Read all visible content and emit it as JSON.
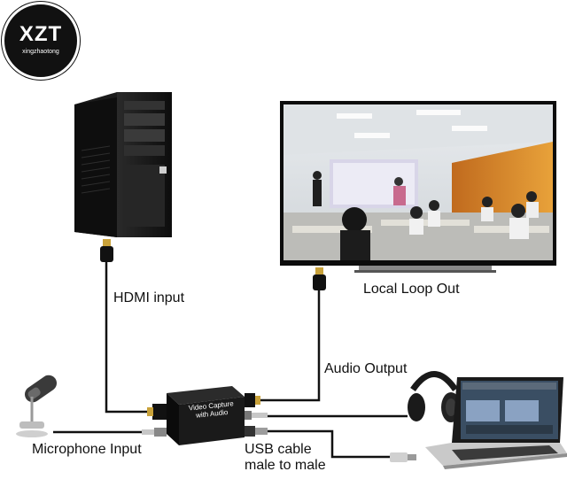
{
  "brand": {
    "logo_text": "XZT",
    "logo_subtext": "xingzhaotong"
  },
  "device": {
    "line1": "Video Capture",
    "line2": "with Audio"
  },
  "labels": {
    "hdmi_input": "HDMI input",
    "local_loop_out": "Local Loop Out",
    "audio_output": "Audio Output",
    "microphone_input": "Microphone Input",
    "usb_cable_line1": "USB cable",
    "usb_cable_line2": "male to male"
  },
  "colors": {
    "cable": "#111111",
    "device_body": "#1a1a1a",
    "hdmi_gold": "#c9a23a"
  }
}
